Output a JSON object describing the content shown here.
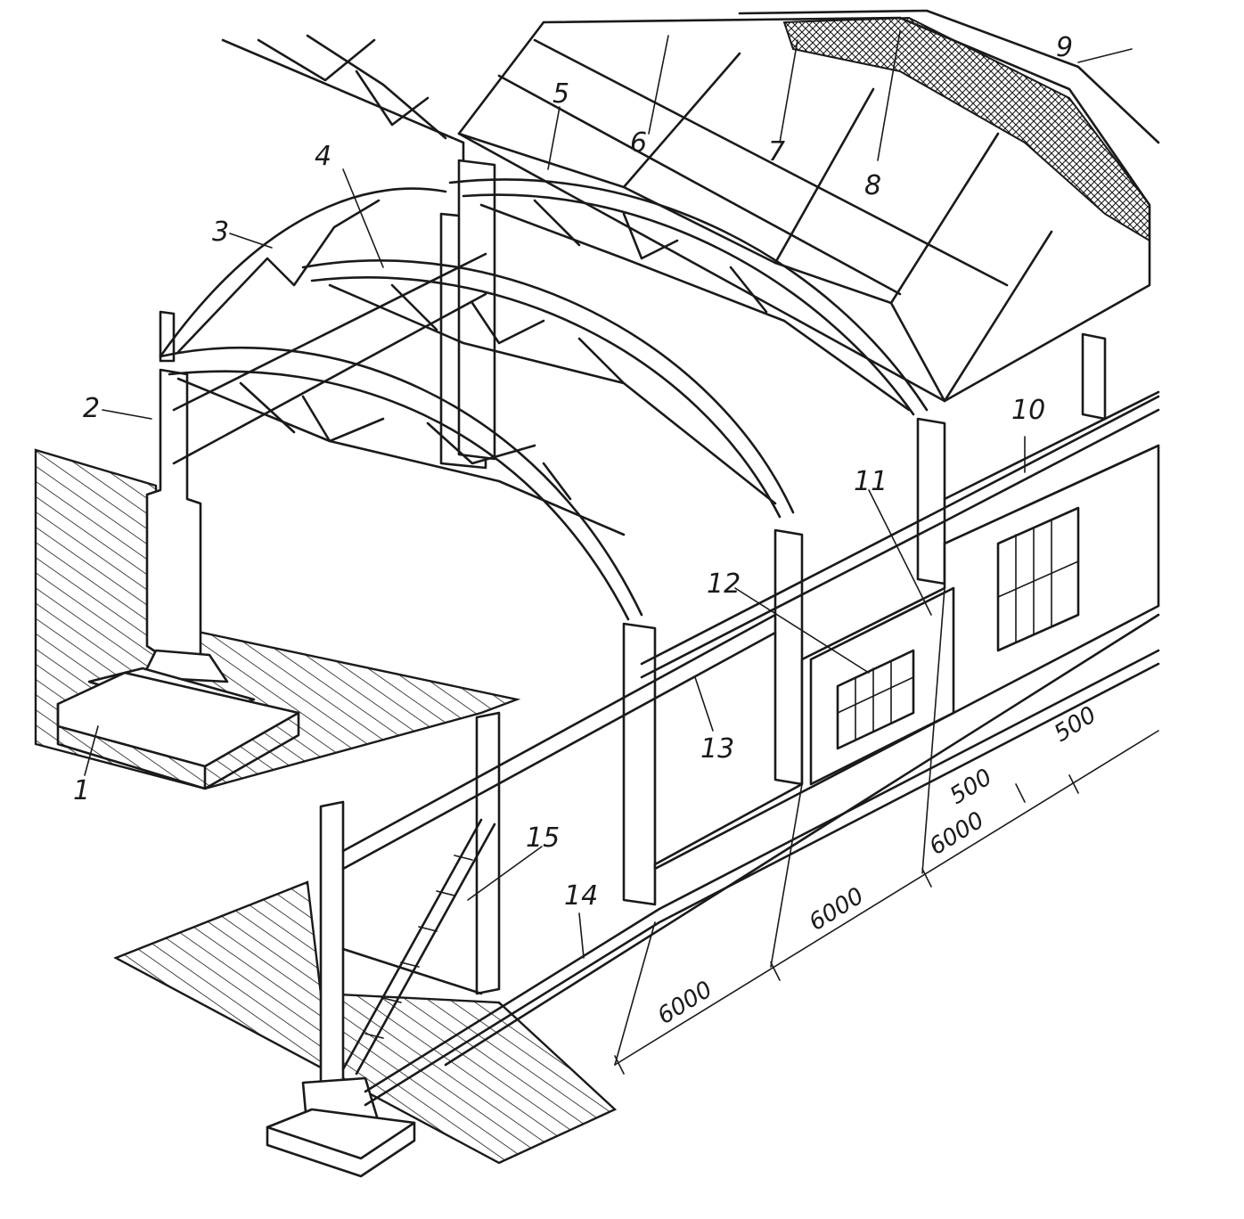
{
  "diagram": {
    "callouts": [
      "1",
      "2",
      "3",
      "4",
      "5",
      "6",
      "7",
      "8",
      "9",
      "10",
      "11",
      "12",
      "13",
      "14",
      "15"
    ],
    "dimensions": {
      "bay_1": "6000",
      "bay_2": "6000",
      "bay_3": "6000",
      "offset_1": "500",
      "offset_2": "500"
    },
    "colors": {
      "ink": "#1a1a1a",
      "paper": "#ffffff",
      "hatch": "#1a1a1a"
    }
  }
}
